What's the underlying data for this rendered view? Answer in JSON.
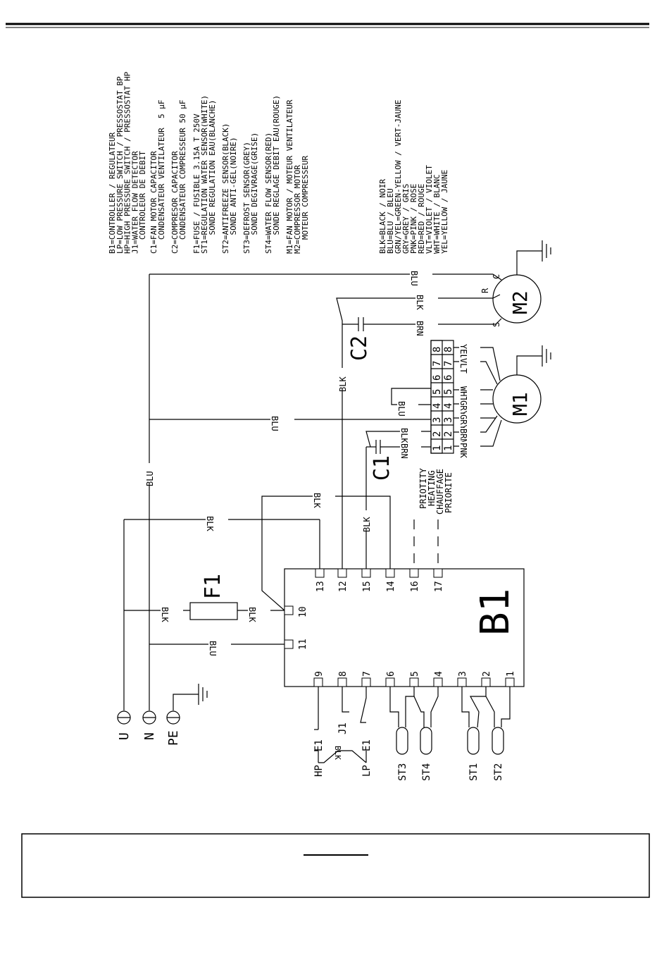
{
  "legend": [
    "B1=CONTROLLER / REGULATEUR",
    "LP=LOW PRESSURE SWITCH / PRESSOSTAT BP",
    "HP=HIGH PRESSURE SWITCH / PRESSOSTAT HP",
    "J1=WATER FLOW DETECTOR",
    "   CONTROLEUR DE DEBIT",
    "C1=FAN MOTOR CAPACITOR",
    "   CONDENSATEUR VENTILATEUR  5 µF",
    "C2=COMPRESOR CAPACITOR",
    "   CONDENSATEUR COMPRESSEUR 50 µF",
    "F1=FUSE / FUSIBLE 3.15A T 250V",
    "ST1=REGULATION WATER SENSOR(WHITE)",
    "    SONDE REGULATION EAU(BLANCHE)",
    "ST2=ANTIFREEZE SENSOR(BLACK)",
    "    SONDE ANTI-GEL(NOIRE)",
    "ST3=DEFROST SENSOR(GREY)",
    "    SONDE DEGIVRAGE(GRISE)",
    "ST4=WATER FLOW SENSOR(RED)",
    "    SONDE REGLAGE DEBIT EAU(ROUGE)",
    "M1=FAN MOTOR / MOTEUR VENTILATEUR",
    "M2=COMPRESSOR MOTOR",
    "   MOTEUR COMPRESSEUR",
    "BLK=BLACK / NOIR",
    "BLU=BLU / BLEU",
    "GRN/YEL=GREEN-YELLOW / VERT-JAUNE",
    "GRY=GREY / GRIS",
    "PNK=PINK / ROSE",
    "RED=RED / ROUGE",
    "VLT=VIOLET / VIOLET",
    "WHT=WHITE / BLANC",
    "YEL=YELLOW / JAUNE"
  ],
  "wires": {
    "blu": "BLU",
    "blk": "BLK",
    "brn": "BRN",
    "gry": "GRY",
    "pnk": "PNK",
    "wht": "WHT",
    "vlt": "VLT",
    "yel": "YEL"
  },
  "priority_note": [
    "PRIORITE",
    "CHAUFFAGE",
    "HEATING",
    "PRIOTITY"
  ],
  "components": {
    "controller": "B1",
    "fuse": "F1",
    "fan_capacitor": "C1",
    "compressor_capacitor": "C2",
    "fan_motor": "M1",
    "compressor_motor": "M2",
    "flow_detector": "J1",
    "low_pressure": "LP",
    "high_pressure": "HP",
    "terminal_e1": "E1",
    "sensor_st1": "ST1",
    "sensor_st2": "ST2",
    "sensor_st3": "ST3",
    "sensor_st4": "ST4"
  },
  "mains": {
    "phase": "U",
    "neutral": "N",
    "earth": "PE"
  },
  "compressor_terminals": {
    "common": "C",
    "run": "R",
    "start": "S"
  },
  "controller_terminals": {
    "t1": "1",
    "t2": "2",
    "t3": "3",
    "t4": "4",
    "t5": "5",
    "t6": "6",
    "t7": "7",
    "t8": "8",
    "t9": "9",
    "t10": "10",
    "t11": "11",
    "t12": "12",
    "t13": "13",
    "t14": "14",
    "t15": "15",
    "t16": "16",
    "t17": "17"
  },
  "connector_pins": [
    "1",
    "2",
    "3",
    "4",
    "5",
    "6",
    "7",
    "8"
  ]
}
